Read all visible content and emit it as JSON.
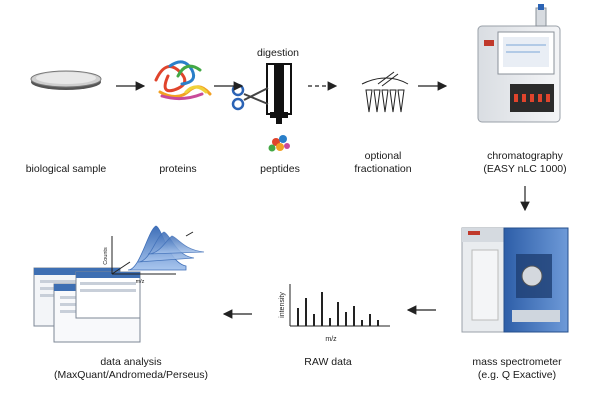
{
  "steps": {
    "biological_sample": "biological sample",
    "proteins": "proteins",
    "digestion": "digestion",
    "peptides": "peptides",
    "fractionation_line1": "optional",
    "fractionation_line2": "fractionation",
    "chromatography_line1": "chromatography",
    "chromatography_line2": "(EASY nLC 1000)",
    "mass_spec_line1": "mass spectrometer",
    "mass_spec_line2": "(e.g. Q Exactive)",
    "raw_data": "RAW data",
    "analysis_line1": "data analysis",
    "analysis_line2": "(MaxQuant/Andromeda/Perseus)"
  },
  "raw_plot": {
    "xlabel": "m/z",
    "ylabel": "intensity"
  },
  "ms_plot": {
    "xlabel": "m/z",
    "ylabel": "Counts"
  },
  "icons": {
    "dish": "petri-dish-icon",
    "proteins": "protein-tangle-icon",
    "digestion": "digestion-column-icon",
    "scissors": "scissors-icon",
    "peptides": "peptide-cluster-icon",
    "fractionation": "fraction-droplets-icon",
    "lc": "lc-instrument-icon",
    "ms": "mass-spectrometer-icon",
    "screens": "software-windows-icon"
  },
  "colors": {
    "arrow": "#222222",
    "ms_body": "#3a6fbf",
    "peak_fill": "#5b8fd6"
  }
}
